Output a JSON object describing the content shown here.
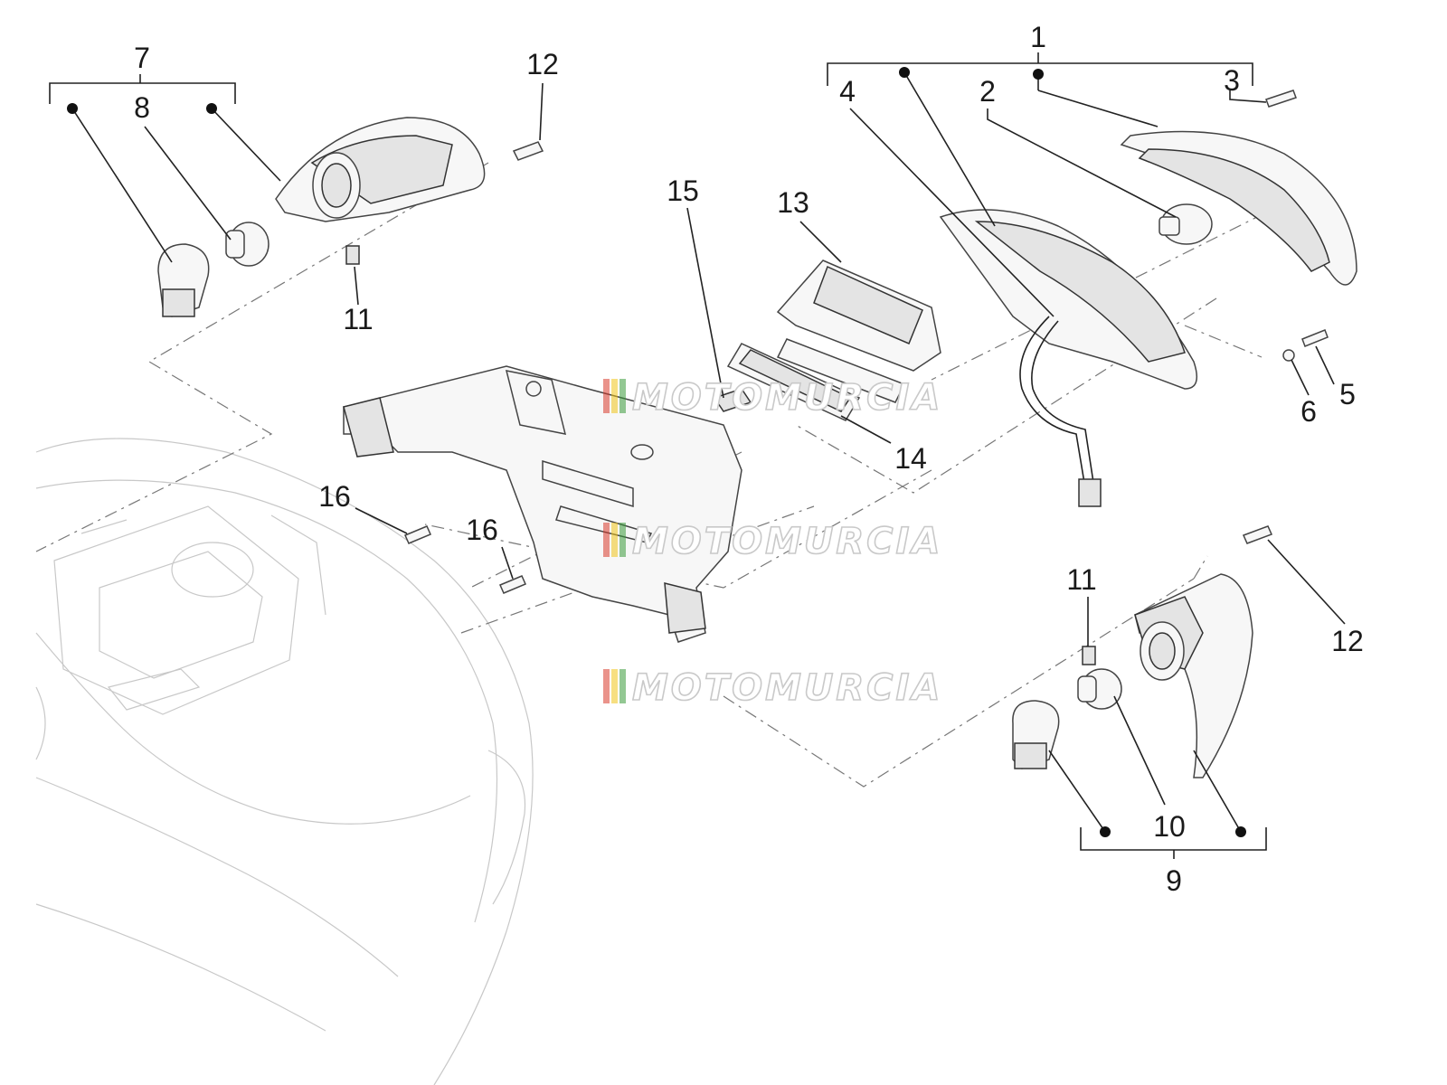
{
  "callouts": {
    "c1": "1",
    "c2": "2",
    "c3": "3",
    "c4": "4",
    "c5": "5",
    "c6": "6",
    "c7": "7",
    "c8": "8",
    "c9": "9",
    "c10": "10",
    "c11a": "11",
    "c11b": "11",
    "c12a": "12",
    "c12b": "12",
    "c13": "13",
    "c14": "14",
    "c15": "15",
    "c16a": "16",
    "c16b": "16"
  },
  "watermark": {
    "text1": "MOTOMURCIA",
    "text2": "MOTOMURCIA",
    "text3": "MOTOMURCIA",
    "stripe_colors": [
      "#d93a2b",
      "#f0c419",
      "#3a9a3a"
    ]
  }
}
